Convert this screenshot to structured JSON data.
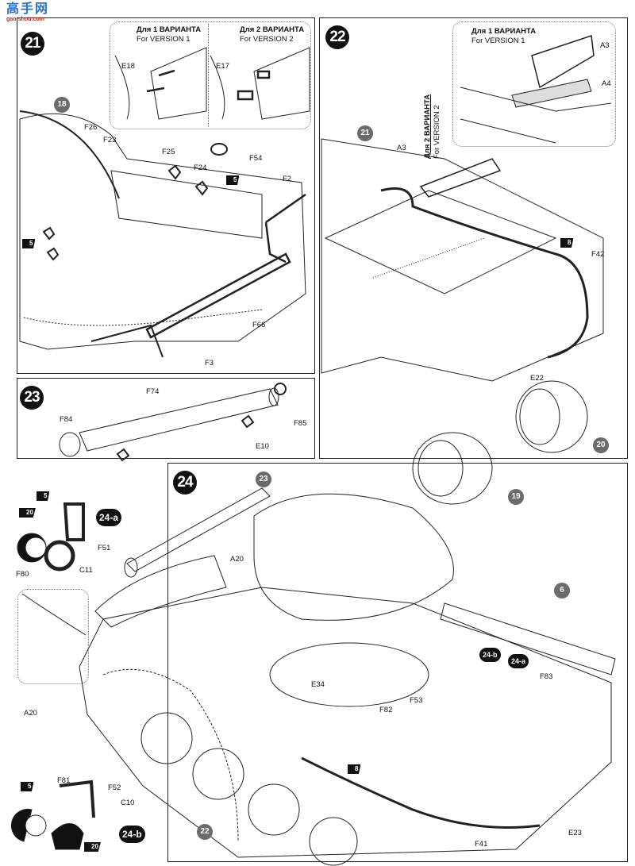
{
  "watermark": {
    "text": "高手网",
    "url": "gao-shou.com"
  },
  "steps": {
    "s21": {
      "number": "21",
      "v1_ru": "Для 1 ВАРИАНТА",
      "v1_en": "For VERSION 1",
      "v2_ru": "Для 2 ВАРИАНТА",
      "v2_en": "For VERSION 2",
      "parts": [
        "E18",
        "E17",
        "F26",
        "F23",
        "F25",
        "F54",
        "F24",
        "F2",
        "F66",
        "F3"
      ],
      "ref": "18",
      "stars": [
        "5",
        "5"
      ]
    },
    "s22": {
      "number": "22",
      "v1_ru": "Для 1 ВАРИАНТА",
      "v1_en": "For VERSION 1",
      "v2_ru": "Для 2 ВАРИАНТА",
      "v2_en": "For VERSION 2",
      "parts": [
        "A3",
        "A4",
        "A3",
        "F42",
        "E22"
      ],
      "refs": [
        "21",
        "20",
        "19"
      ],
      "stars": [
        "8"
      ]
    },
    "s23": {
      "number": "23",
      "parts": [
        "F74",
        "F84",
        "F85",
        "E10"
      ]
    },
    "s24": {
      "number": "24",
      "parts": [
        "A20",
        "E34",
        "F82",
        "F53",
        "F83",
        "F41",
        "E23"
      ],
      "refs": [
        "23",
        "6",
        "22"
      ],
      "subrefs": [
        "24-b",
        "24-a"
      ],
      "stars": [
        "8"
      ]
    },
    "s24a": {
      "label": "24-a",
      "parts": [
        "F51",
        "F80",
        "C11",
        "A20"
      ],
      "stars": [
        "5",
        "20"
      ]
    },
    "s24b": {
      "label": "24-b",
      "parts": [
        "F81",
        "F52",
        "C10"
      ],
      "stars": [
        "5",
        "20"
      ]
    }
  }
}
